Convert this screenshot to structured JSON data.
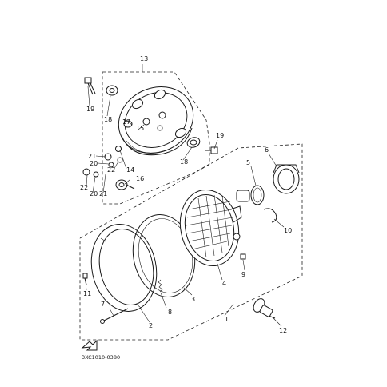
{
  "diagram": {
    "callouts": {
      "c1": "1",
      "c2": "2",
      "c3": "3",
      "c4": "4",
      "c5": "5",
      "c6": "6",
      "c7": "7",
      "c8": "8",
      "c9": "9",
      "c10": "10",
      "c11": "11",
      "c12": "12",
      "c13": "13",
      "c14": "14",
      "c15": "15",
      "c16": "16",
      "c17": "17",
      "c18a": "18",
      "c18b": "18",
      "c19a": "19",
      "c19b": "19",
      "c20a": "20",
      "c20b": "20",
      "c21a": "21",
      "c21b": "21",
      "c22a": "22",
      "c22b": "22"
    },
    "drawing_code": "3XC1010-0380"
  }
}
